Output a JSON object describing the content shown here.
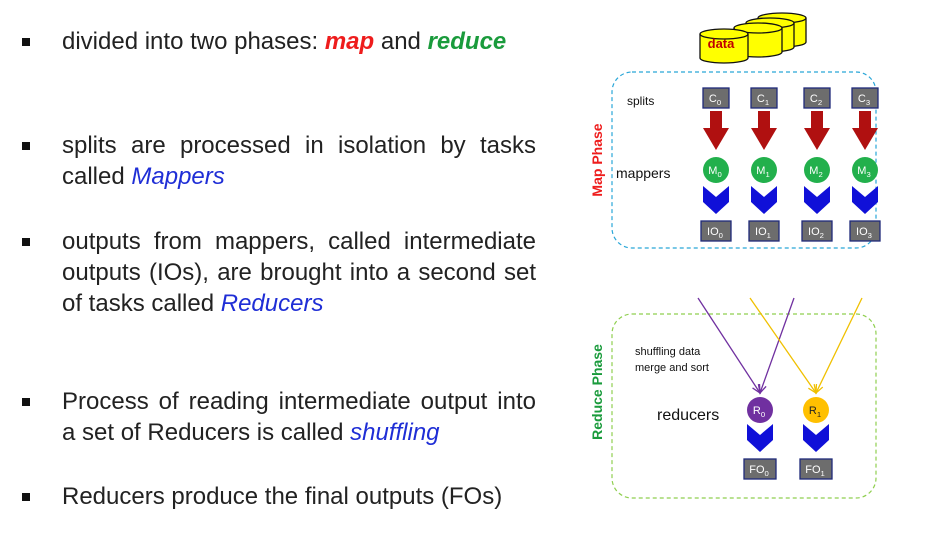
{
  "bullets": [
    {
      "parts": [
        {
          "t": "divided into two phases: ",
          "s": ""
        },
        {
          "t": "map",
          "s": "hl-red"
        },
        {
          "t": " and ",
          "s": ""
        },
        {
          "t": "reduce",
          "s": "hl-green"
        }
      ]
    },
    {
      "parts": [
        {
          "t": "splits are processed in isolation by tasks called ",
          "s": ""
        },
        {
          "t": "Mappers",
          "s": "hl-blue"
        }
      ]
    },
    {
      "parts": [
        {
          "t": "outputs from mappers, called intermediate outputs (IOs), are brought into a second set of tasks called ",
          "s": ""
        },
        {
          "t": "Reducers",
          "s": "hl-blue"
        }
      ]
    },
    {
      "parts": [
        {
          "t": "Process of reading intermediate output into a set of Reducers is called ",
          "s": ""
        },
        {
          "t": "shuffling",
          "s": "hl-blue"
        }
      ]
    },
    {
      "parts": [
        {
          "t": "Reducers produce the final outputs (FOs)",
          "s": ""
        }
      ]
    }
  ],
  "diagram": {
    "data_label": "data",
    "map_phase_label": "Map Phase",
    "reduce_phase_label": "Reduce Phase",
    "splits_label": "splits",
    "mappers_label": "mappers",
    "shuffle_label_1": "shuffling data",
    "shuffle_label_2": "merge and sort",
    "reducers_label": "reducers",
    "splits": [
      {
        "base": "C",
        "sub": "0"
      },
      {
        "base": "C",
        "sub": "1"
      },
      {
        "base": "C",
        "sub": "2"
      },
      {
        "base": "C",
        "sub": "3"
      }
    ],
    "mappers": [
      {
        "base": "M",
        "sub": "0"
      },
      {
        "base": "M",
        "sub": "1"
      },
      {
        "base": "M",
        "sub": "2"
      },
      {
        "base": "M",
        "sub": "3"
      }
    ],
    "intermediate_outputs": [
      {
        "base": "IO",
        "sub": "0"
      },
      {
        "base": "IO",
        "sub": "1"
      },
      {
        "base": "IO",
        "sub": "2"
      },
      {
        "base": "IO",
        "sub": "3"
      }
    ],
    "reducers": [
      {
        "base": "R",
        "sub": "0"
      },
      {
        "base": "R",
        "sub": "1"
      }
    ],
    "final_outputs": [
      {
        "base": "FO",
        "sub": "0"
      },
      {
        "base": "FO",
        "sub": "1"
      }
    ],
    "colors": {
      "map_border": "#29a6d8",
      "reduce_border": "#8fcf4f",
      "map_phase_text": "#ee1c1c",
      "reduce_phase_text": "#1a9b3c",
      "data_fill": "#ffff00",
      "data_text": "#c00000",
      "box_fill": "#6d6d6d",
      "box_border": "#1f2a7a",
      "red_arrow": "#b01010",
      "blue_chevron": "#1010d8",
      "mapper_fill": "#22b04c",
      "reducer0_fill": "#7030a0",
      "reducer1_fill": "#ffc000",
      "shuffle_purple": "#7030a0",
      "shuffle_yellow": "#f0c000"
    }
  }
}
